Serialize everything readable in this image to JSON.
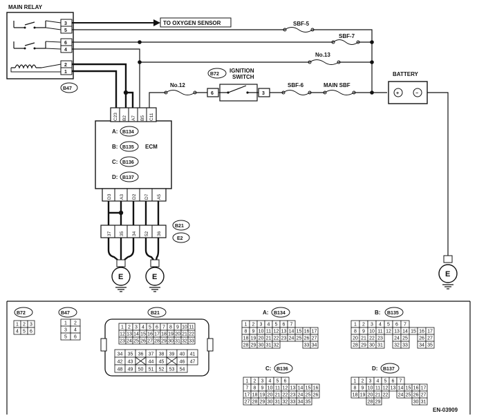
{
  "main_relay": {
    "title": "MAIN RELAY",
    "connector": "B47",
    "pins": [
      "3",
      "5",
      "6",
      "4",
      "2",
      "1"
    ]
  },
  "to_oxygen_sensor": "TO OXYGEN SENSOR",
  "fuses": {
    "sbf5": "SBF-5",
    "sbf7": "SBF-7",
    "no13": "No.13",
    "no12": "No.12",
    "sbf6": "SBF-6",
    "main_sbf": "MAIN SBF"
  },
  "ignition_switch": {
    "connector": "B72",
    "label_line1": "IGNITION",
    "label_line2": "SWITCH",
    "pin_left": "6",
    "pin_right": "3"
  },
  "battery": {
    "label": "BATTERY",
    "plus": "+",
    "minus": "−"
  },
  "ecm": {
    "label": "ECM",
    "top_pins": [
      "C23",
      "B2",
      "A7",
      "B5",
      "C11"
    ],
    "bottom_pins": [
      "D3",
      "A3",
      "D2",
      "D7",
      "A5"
    ],
    "connectors": [
      {
        "letter": "A:",
        "code": "B134"
      },
      {
        "letter": "B:",
        "code": "B135"
      },
      {
        "letter": "C:",
        "code": "B136"
      },
      {
        "letter": "D:",
        "code": "B137"
      }
    ]
  },
  "joint": {
    "pins": [
      "37",
      "35",
      "34",
      "52",
      "36"
    ],
    "codes": [
      "B21",
      "E2"
    ]
  },
  "ground_symbol": "E",
  "views": {
    "b72": {
      "code": "B72",
      "rows": [
        [
          "1",
          "2",
          "3"
        ],
        [
          "4",
          "5",
          "6"
        ]
      ]
    },
    "b47": {
      "code": "B47",
      "rows": [
        [
          "1",
          "2"
        ],
        [
          "3",
          "4"
        ],
        [
          "5",
          "6"
        ]
      ]
    },
    "b21": {
      "code": "B21",
      "rows": [
        [
          "1",
          "2",
          "3",
          "4",
          "5",
          "6",
          "7",
          "8",
          "9",
          "10",
          "11"
        ],
        [
          "12",
          "13",
          "14",
          "15",
          "16",
          "17",
          "18",
          "19",
          "20",
          "21",
          "22"
        ],
        [
          "23",
          "24",
          "25",
          "26",
          "27",
          "28",
          "29",
          "30",
          "31",
          "32",
          "33"
        ]
      ],
      "lower_rows": [
        [
          "34",
          "35",
          "36",
          "37",
          "38",
          "39",
          "40",
          "41"
        ],
        [
          "42",
          "43",
          "",
          "44",
          "45",
          "",
          "46",
          "47"
        ],
        [
          "48",
          "49",
          "50",
          "51",
          "52",
          "53",
          "54"
        ]
      ]
    },
    "a": {
      "letter": "A:",
      "code": "B134",
      "rows": [
        [
          "1",
          "2",
          "3",
          "4",
          "5",
          "6",
          "7"
        ],
        [
          "8",
          "9",
          "10",
          "11",
          "12",
          "13",
          "14",
          "15",
          "16",
          "17"
        ],
        [
          "18",
          "19",
          "20",
          "21",
          "22",
          "23",
          "24",
          "25",
          "26",
          "27"
        ],
        [
          "28",
          "29",
          "30",
          "31",
          "32",
          "",
          "",
          "",
          "33",
          "34"
        ]
      ]
    },
    "b": {
      "letter": "B:",
      "code": "B135",
      "rows": [
        [
          "1",
          "2",
          "3",
          "4",
          "5",
          "6",
          "7"
        ],
        [
          "8",
          "9",
          "10",
          "11",
          "12",
          "13",
          "14",
          "15",
          "16",
          "17"
        ],
        [
          "20",
          "21",
          "22",
          "23",
          "",
          "24",
          "25",
          "",
          "26",
          "27"
        ],
        [
          "28",
          "29",
          "30",
          "31",
          "",
          "32",
          "33",
          "",
          "34",
          "35"
        ]
      ]
    },
    "c": {
      "letter": "C:",
      "code": "B136",
      "rows": [
        [
          "1",
          "2",
          "3",
          "4",
          "5",
          "6"
        ],
        [
          "7",
          "8",
          "9",
          "10",
          "11",
          "12",
          "13",
          "14",
          "15",
          "16"
        ],
        [
          "17",
          "18",
          "19",
          "20",
          "21",
          "22",
          "23",
          "24",
          "25",
          "26"
        ],
        [
          "27",
          "28",
          "29",
          "30",
          "31",
          "32",
          "33",
          "34",
          "35"
        ]
      ]
    },
    "d": {
      "letter": "D:",
      "code": "B137",
      "rows": [
        [
          "1",
          "2",
          "3",
          "4",
          "5",
          "6",
          "7"
        ],
        [
          "8",
          "9",
          "10",
          "11",
          "12",
          "13",
          "14",
          "15",
          "16",
          "17"
        ],
        [
          "18",
          "19",
          "20",
          "21",
          "22",
          "",
          "24",
          "25",
          "26",
          "27"
        ],
        [
          "",
          "",
          "28",
          "29",
          "",
          "",
          "",
          "",
          "30",
          "31"
        ]
      ]
    }
  },
  "figure_code": "EN-03909"
}
